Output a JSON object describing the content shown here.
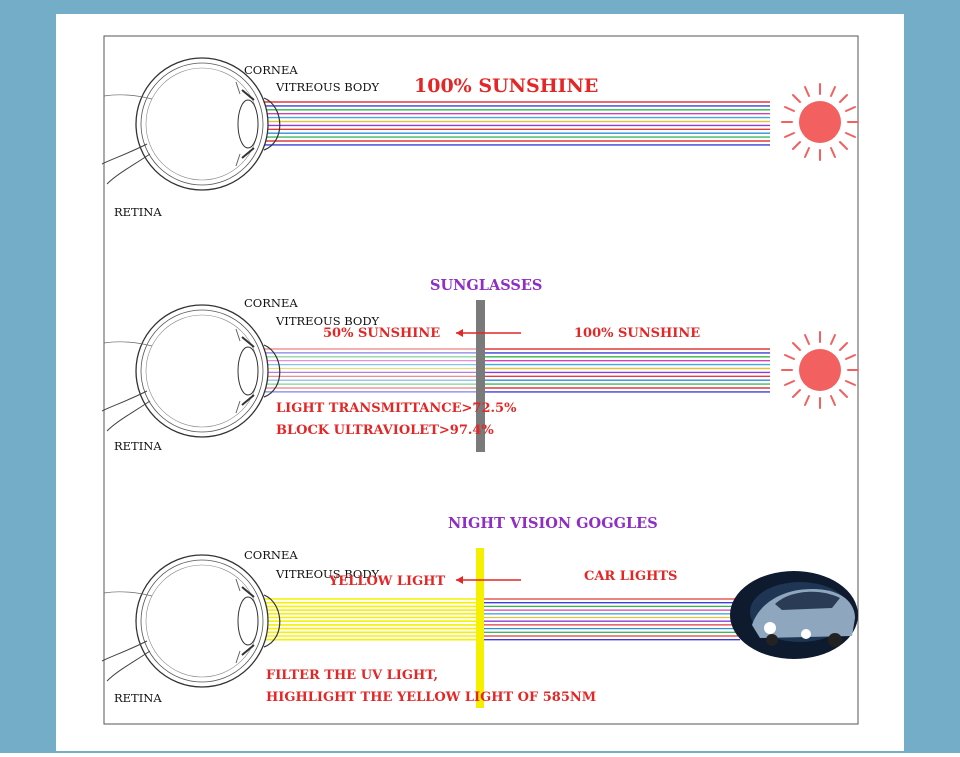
{
  "panel1": {
    "cornea": "CORNEA",
    "vitreous": "VITREOUS BODY",
    "retina": "RETINA",
    "title": "100% SUNSHINE"
  },
  "panel2": {
    "cornea": "CORNEA",
    "vitreous": "VITREOUS BODY",
    "retina": "RETINA",
    "title": "SUNGLASSES",
    "left_label": "50% SUNSHINE",
    "right_label": "100% SUNSHINE",
    "note1": "LIGHT TRANSMITTANCE>72.5%",
    "note2": "BLOCK ULTRAVIOLET>97.4%"
  },
  "panel3": {
    "cornea": "CORNEA",
    "vitreous": "VITREOUS BODY",
    "retina": "RETINA",
    "title": "NIGHT VISION GOGGLES",
    "left_label": "YELLOW LIGHT",
    "right_label": "CAR LIGHTS",
    "note1": "FILTER THE UV LIGHT,",
    "note2": "HIGHLIGHT THE YELLOW LIGHT OF 585NM"
  },
  "colors": {
    "frame": "#73adc8",
    "red": "#e32626",
    "purple": "#8e2ec4",
    "sun": "#f26060",
    "yellow": "#f5f000",
    "filter_gray": "#7a7a7a"
  },
  "ray_colors": [
    "#e23b3b",
    "#3d3dd8",
    "#2fb84a",
    "#d83db8",
    "#3fa9e0",
    "#e2c23b",
    "#8a3dd8",
    "#e23b3b",
    "#2f8fd8",
    "#3db860"
  ]
}
